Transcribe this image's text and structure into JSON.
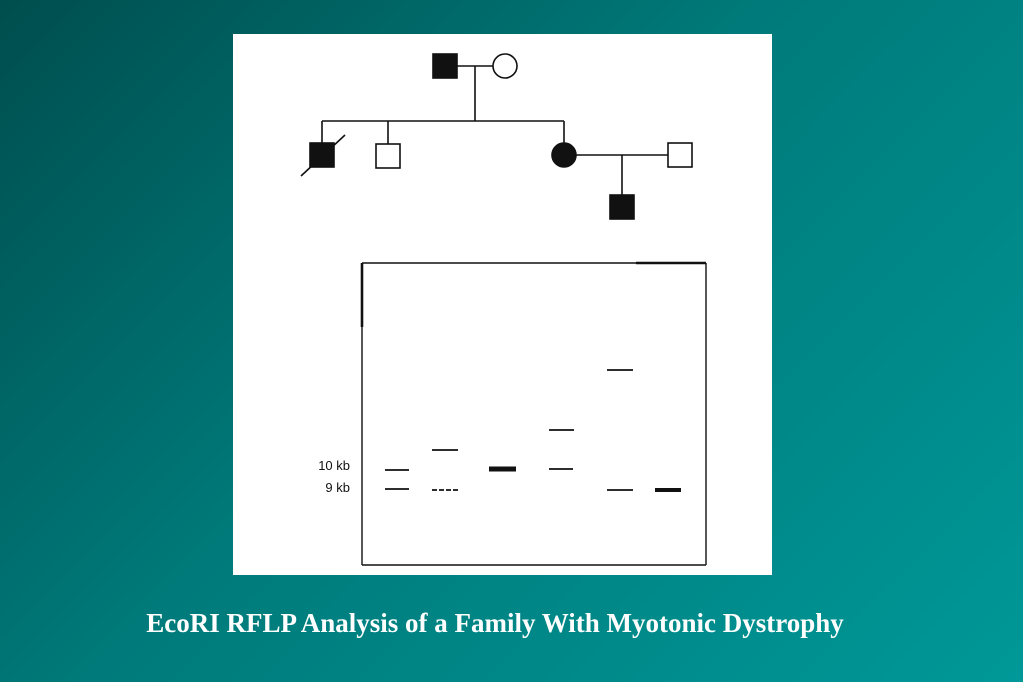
{
  "caption": "EcoRI RFLP Analysis of a Family With Myotonic Dystrophy",
  "gel": {
    "size_labels": [
      "10 kb",
      "9 kb"
    ]
  },
  "pedigree": {
    "members": [
      {
        "sex": "male",
        "affected": true,
        "deceased": false
      },
      {
        "sex": "female",
        "affected": false,
        "deceased": false
      },
      {
        "sex": "male",
        "affected": true,
        "deceased": true
      },
      {
        "sex": "male",
        "affected": false,
        "deceased": false
      },
      {
        "sex": "female",
        "affected": true,
        "deceased": false
      },
      {
        "sex": "male",
        "affected": false,
        "deceased": false
      },
      {
        "sex": "male",
        "affected": true,
        "deceased": false
      }
    ]
  },
  "colors": {
    "background": "#007a7a",
    "panel": "#ffffff",
    "ink": "#111111",
    "caption": "#ffffff"
  }
}
